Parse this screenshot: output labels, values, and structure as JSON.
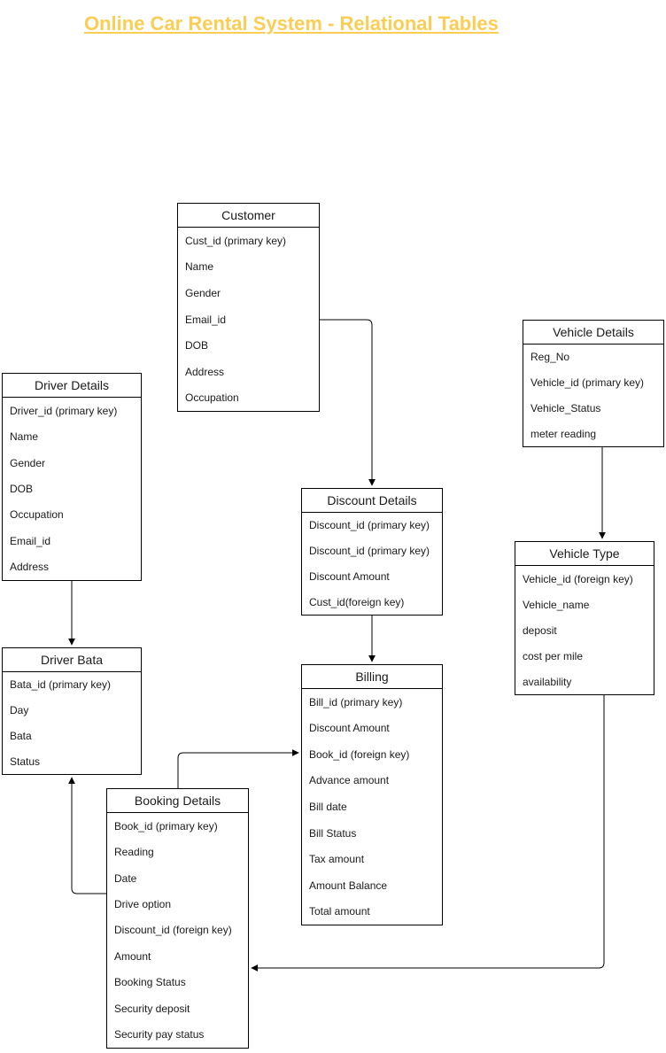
{
  "title": {
    "text": "Online Car Rental System - Relational Tables",
    "color": "#FCCD55"
  },
  "tables": [
    {
      "id": "customer",
      "name": "Customer",
      "fields": [
        "Cust_id (primary key)",
        "Name",
        "Gender",
        "Email_id",
        "DOB",
        "Address",
        "Occupation"
      ]
    },
    {
      "id": "driver_details",
      "name": "Driver Details",
      "fields": [
        "Driver_id (primary key)",
        "Name",
        "Gender",
        "DOB",
        "Occupation",
        "Email_id",
        "Address"
      ]
    },
    {
      "id": "vehicle_details",
      "name": "Vehicle Details",
      "fields": [
        "Reg_No",
        "Vehicle_id (primary key)",
        "Vehicle_Status",
        "meter reading"
      ]
    },
    {
      "id": "discount_details",
      "name": "Discount Details",
      "fields": [
        "Discount_id (primary key)",
        "Discount_id (primary key)",
        "Discount Amount",
        "Cust_id(foreign key)"
      ]
    },
    {
      "id": "vehicle_type",
      "name": "Vehicle Type",
      "fields": [
        "Vehicle_id (foreign key)",
        "Vehicle_name",
        "deposit",
        "cost per mile",
        "availability"
      ]
    },
    {
      "id": "driver_bata",
      "name": "Driver Bata",
      "fields": [
        "Bata_id (primary key)",
        "Day",
        "Bata",
        "Status"
      ]
    },
    {
      "id": "billing",
      "name": "Billing",
      "fields": [
        "Bill_id (primary key)",
        "Discount Amount",
        "Book_id (foreign key)",
        "Advance amount",
        "Bill date",
        "Bill Status",
        "Tax amount",
        "Amount Balance",
        "Total amount"
      ]
    },
    {
      "id": "booking_details",
      "name": "Booking Details",
      "fields": [
        "Book_id (primary key)",
        "Reading",
        "Date",
        "Drive option",
        "Discount_id (foreign key)",
        "Amount",
        "Booking Status",
        "Security deposit",
        "Security pay status"
      ]
    }
  ],
  "relations": [
    {
      "from": "Customer",
      "to": "Discount Details"
    },
    {
      "from": "Discount Details",
      "to": "Billing"
    },
    {
      "from": "Driver Details",
      "to": "Driver Bata"
    },
    {
      "from": "Vehicle Details",
      "to": "Vehicle Type"
    },
    {
      "from": "Booking Details",
      "to": "Billing"
    },
    {
      "from": "Vehicle Type",
      "to": "Booking Details"
    },
    {
      "from": "Booking Details",
      "to": "Driver Bata"
    }
  ],
  "colors": {
    "line": "#000000",
    "text": "#1a1a1a",
    "background": "#ffffff"
  }
}
